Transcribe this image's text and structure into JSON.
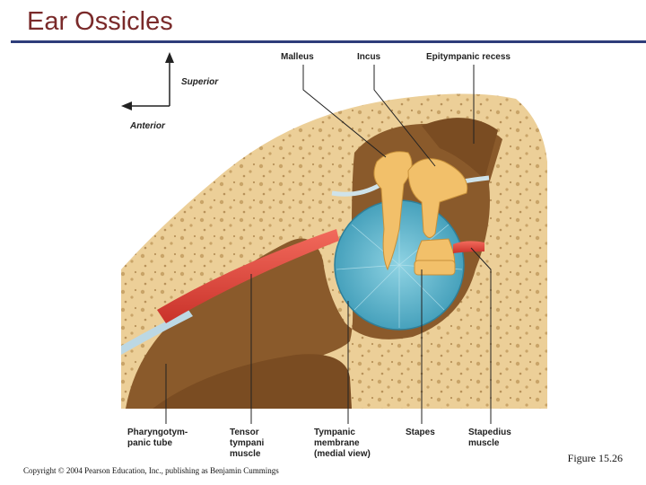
{
  "page": {
    "title": "Ear Ossicles",
    "caption": "Figure 15.26",
    "copyright": "Copyright © 2004 Pearson Education, Inc., publishing as Benjamin Cummings"
  },
  "orientation": {
    "superior": "Superior",
    "anterior": "Anterior"
  },
  "labels": {
    "malleus": "Malleus",
    "incus": "Incus",
    "epitympanic_recess": "Epitympanic recess",
    "pharyngotympanic_1": "Pharyngotym-",
    "pharyngotympanic_2": "panic tube",
    "tensor_1": "Tensor",
    "tensor_2": "tympani",
    "tensor_3": "muscle",
    "tympanic_1": "Tympanic",
    "tympanic_2": "membrane",
    "tympanic_3": "(medial view)",
    "stapes": "Stapes",
    "stapedius_1": "Stapedius",
    "stapedius_2": "muscle"
  },
  "colors": {
    "bone": "#eccf98",
    "bone_spot": "#c9a468",
    "cavity": "#8a5a2b",
    "membrane": "#5fb3c9",
    "ossicle": "#f2c06a",
    "muscle": "#e0453a",
    "title": "#7a2a2a",
    "rule": "#2e3d7a"
  }
}
